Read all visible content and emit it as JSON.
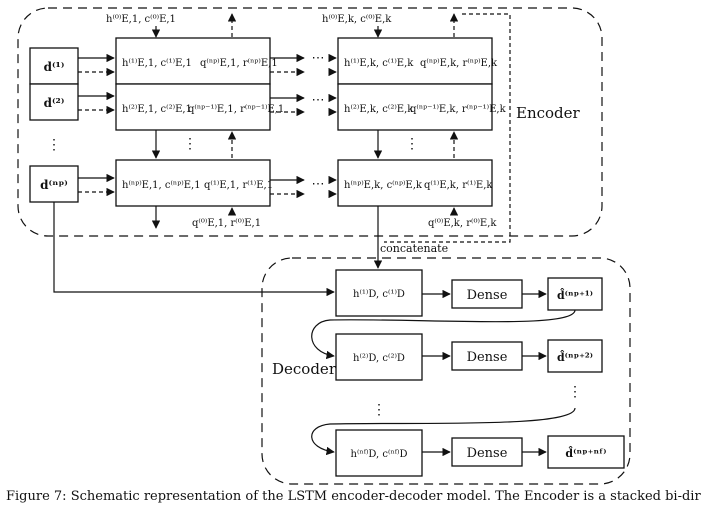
{
  "groups": {
    "encoder_label": "Encoder",
    "decoder_label": "Decoder",
    "concat_label": "concatenate"
  },
  "inputs": {
    "d1": "d⁽¹⁾",
    "d2": "d⁽²⁾",
    "dnp": "d⁽ⁿᵖ⁾"
  },
  "initial_states": {
    "top_left": "h⁽⁰⁾E,1, c⁽⁰⁾E,1",
    "top_right": "h⁽⁰⁾E,k, c⁽⁰⁾E,k",
    "bottom_left": "q⁽⁰⁾E,1, r⁽⁰⁾E,1",
    "bottom_right": "q⁽⁰⁾E,k, r⁽⁰⁾E,k"
  },
  "encoder_cells": {
    "c11_h": "h⁽¹⁾E,1, c⁽¹⁾E,1",
    "c11_q": "q⁽ⁿᵖ⁾E,1, r⁽ⁿᵖ⁾E,1",
    "c21_h": "h⁽²⁾E,1, c⁽²⁾E,1",
    "c21_q": "q⁽ⁿᵖ⁻¹⁾E,1, r⁽ⁿᵖ⁻¹⁾E,1",
    "cn1_h": "h⁽ⁿᵖ⁾E,1, c⁽ⁿᵖ⁾E,1",
    "cn1_q": "q⁽¹⁾E,1, r⁽¹⁾E,1",
    "c1k_h": "h⁽¹⁾E,k, c⁽¹⁾E,k",
    "c1k_q": "q⁽ⁿᵖ⁾E,k, r⁽ⁿᵖ⁾E,k",
    "c2k_h": "h⁽²⁾E,k, c⁽²⁾E,k",
    "c2k_q": "q⁽ⁿᵖ⁻¹⁾E,k, r⁽ⁿᵖ⁻¹⁾E,k",
    "cnk_h": "h⁽ⁿᵖ⁾E,k, c⁽ⁿᵖ⁾E,k",
    "cnk_q": "q⁽¹⁾E,k, r⁽¹⁾E,k"
  },
  "decoder_cells": {
    "d1": "h⁽¹⁾D, c⁽¹⁾D",
    "d2": "h⁽²⁾D, c⁽²⁾D",
    "dn": "h⁽ⁿᶠ⁾D, c⁽ⁿᶠ⁾D"
  },
  "dense_label": "Dense",
  "outputs": {
    "o1": "d̂⁽ⁿᵖ⁺¹⁾",
    "o2": "d̂⁽ⁿᵖ⁺²⁾",
    "on": "d̂⁽ⁿᵖ⁺ⁿᶠ⁾"
  },
  "caption": "Figure 7: Schematic representation of the LSTM encoder-decoder model. The Encoder is a stacked bi-dir"
}
